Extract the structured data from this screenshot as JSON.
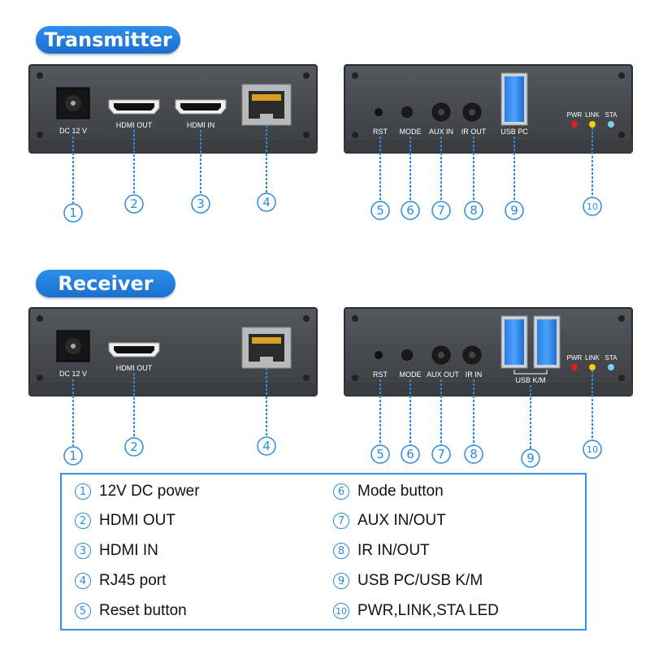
{
  "sections": {
    "transmitter": "Transmitter",
    "receiver": "Receiver"
  },
  "transmitter_front": {
    "dc_label": "DC 12 V",
    "hdmi_out_label": "HDMI OUT",
    "hdmi_in_label": "HDMI IN"
  },
  "transmitter_back": {
    "rst_label": "RST",
    "mode_label": "MODE",
    "aux_label": "AUX IN",
    "ir_label": "IR OUT",
    "usb_label": "USB PC",
    "pwr_label": "PWR",
    "link_label": "LINK",
    "sta_label": "STA"
  },
  "receiver_front": {
    "dc_label": "DC 12 V",
    "hdmi_out_label": "HDMI OUT"
  },
  "receiver_back": {
    "rst_label": "RST",
    "mode_label": "MODE",
    "aux_label": "AUX OUT",
    "ir_label": "IR IN",
    "usb_label": "USB K/M",
    "pwr_label": "PWR",
    "link_label": "LINK",
    "sta_label": "STA"
  },
  "callouts": {
    "n1": "1",
    "n2": "2",
    "n3": "3",
    "n4": "4",
    "n5": "5",
    "n6": "6",
    "n7": "7",
    "n8": "8",
    "n9": "9",
    "n10": "10"
  },
  "legend": [
    {
      "num": "1",
      "text": "12V DC power"
    },
    {
      "num": "2",
      "text": "HDMI OUT"
    },
    {
      "num": "3",
      "text": "HDMI IN"
    },
    {
      "num": "4",
      "text": "RJ45 port"
    },
    {
      "num": "5",
      "text": "Reset button"
    },
    {
      "num": "6",
      "text": "Mode button"
    },
    {
      "num": "7",
      "text": "AUX IN/OUT"
    },
    {
      "num": "8",
      "text": "IR IN/OUT"
    },
    {
      "num": "9",
      "text": "USB PC/USB K/M"
    },
    {
      "num": "10",
      "text": "PWR,LINK,STA LED"
    }
  ],
  "colors": {
    "accent": "#1a7fe0",
    "panel": "#4a4d52",
    "led_pwr": "#e02020",
    "led_link": "#f2d200",
    "led_sta": "#7ad0f5"
  }
}
